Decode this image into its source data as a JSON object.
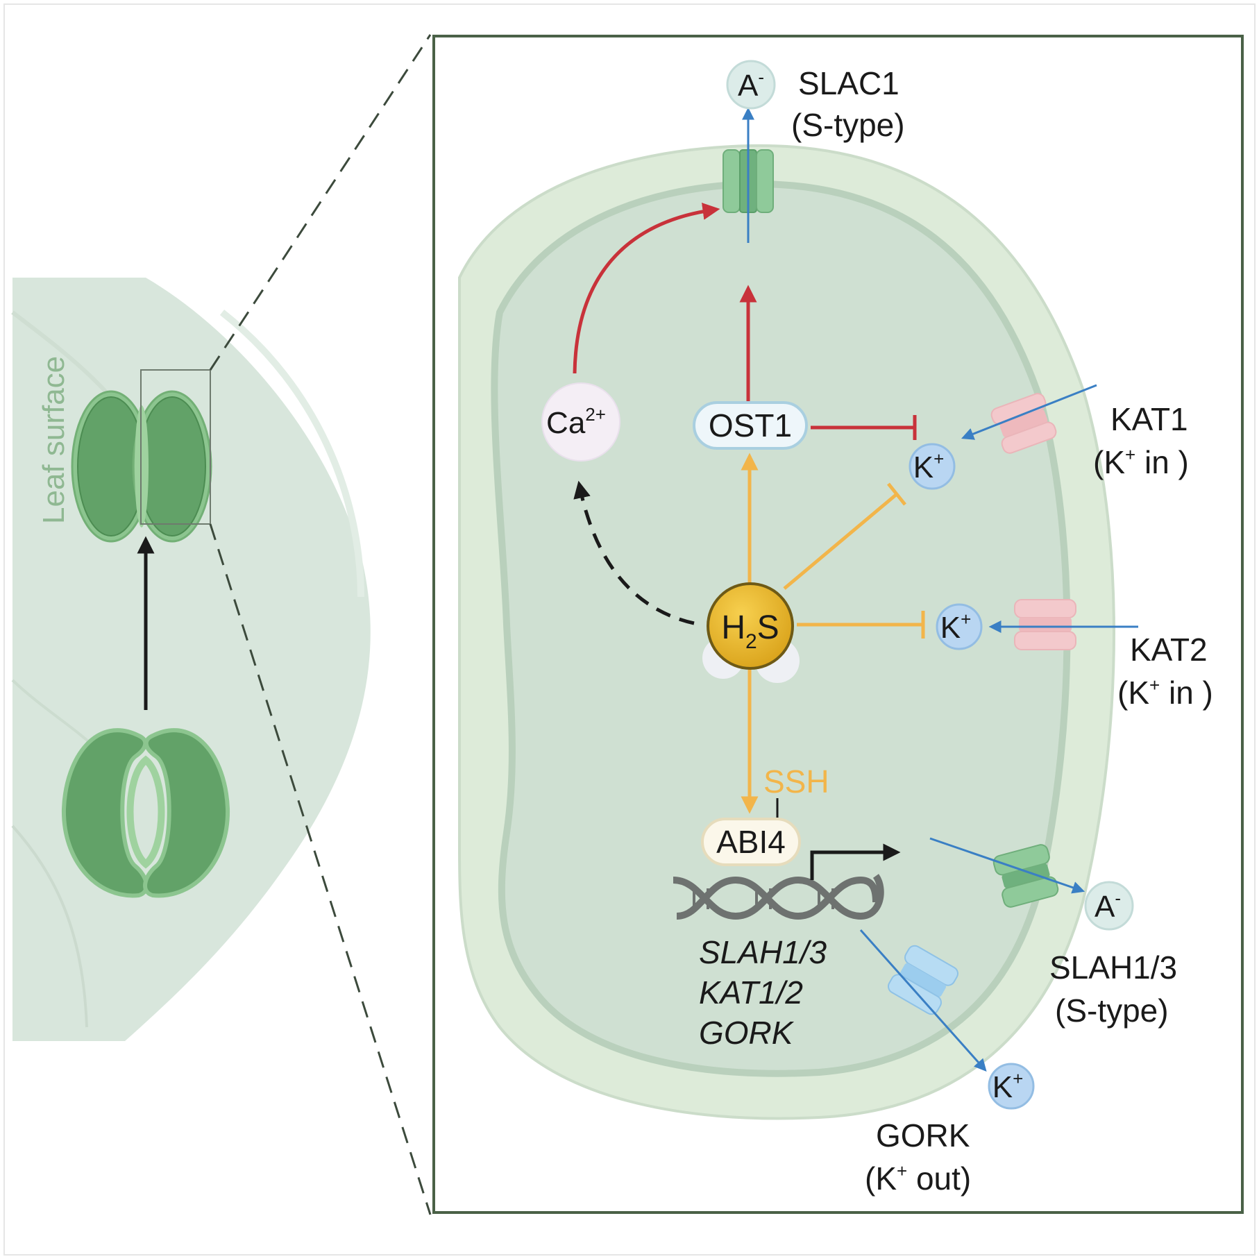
{
  "figure": {
    "leaf_label": "Leaf surface",
    "stomata": {
      "closed_state": "closed-stoma",
      "open_state": "open-stoma"
    },
    "cell": {
      "ions": {
        "anion_top": {
          "base": "A",
          "sup": "-"
        },
        "anion_right": {
          "base": "A",
          "sup": "-"
        },
        "k_kat1": {
          "base": "K",
          "sup": "+"
        },
        "k_kat2": {
          "base": "K",
          "sup": "+"
        },
        "k_gork": {
          "base": "K",
          "sup": "+"
        },
        "calcium": {
          "base": "Ca",
          "sup": "2+"
        }
      },
      "nodes": {
        "ost1": "OST1",
        "h2s": {
          "base": "H",
          "sub": "2",
          "rest": "S"
        },
        "abi4": "ABI4",
        "ssh": "SSH"
      },
      "channels": {
        "slac1": {
          "name": "SLAC1",
          "type": "(S-type)"
        },
        "kat1": {
          "name": "KAT1",
          "type_pre": "(K",
          "type_sup": "+",
          "type_post": " in )"
        },
        "kat2": {
          "name": "KAT2",
          "type_pre": "(K",
          "type_sup": "+",
          "type_post": " in )"
        },
        "slah": {
          "name": "SLAH1/3",
          "type": "(S-type)"
        },
        "gork": {
          "name": "GORK",
          "type_pre": "(K",
          "type_sup": "+",
          "type_post": " out)"
        }
      },
      "target_genes": [
        "SLAH1/3",
        "KAT1/2",
        "GORK"
      ]
    },
    "colors": {
      "activation_red": "#c8323a",
      "h2s_orange": "#f2b54a",
      "ion_flow_blue": "#3a7fc4",
      "cell_fill": "#cfe0d2",
      "cell_wall": "#ddebd9",
      "frame": "#4a6147",
      "guard_cell": "#5fa266"
    }
  }
}
